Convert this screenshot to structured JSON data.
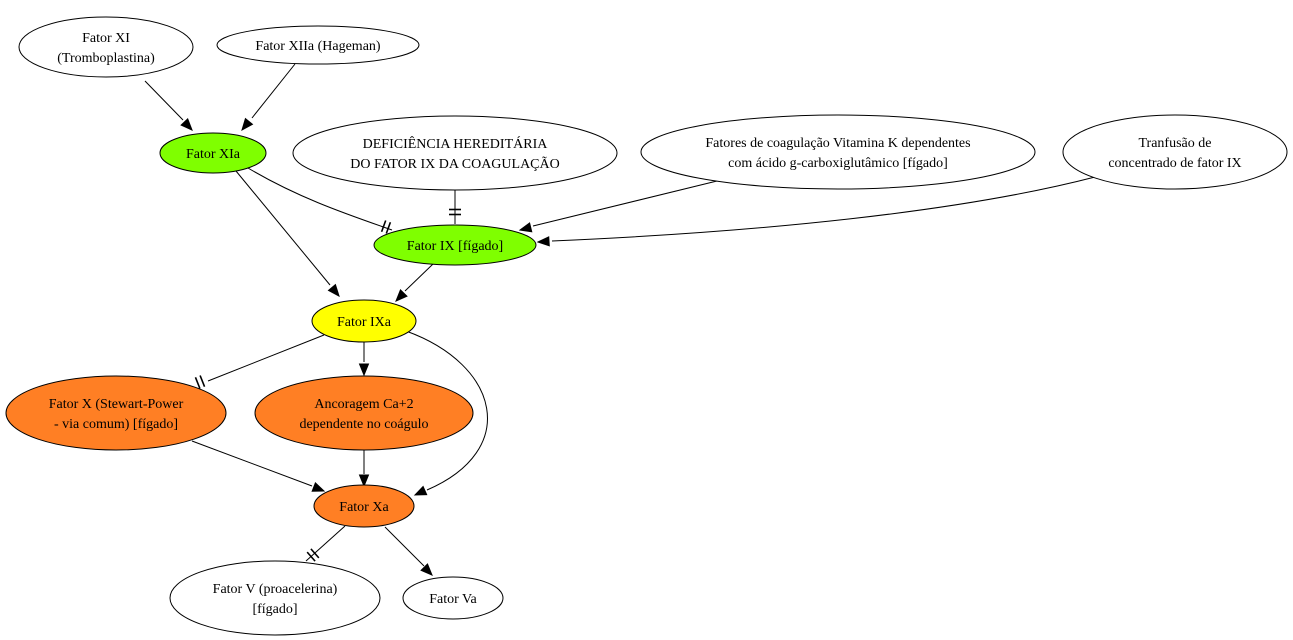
{
  "colors": {
    "white": "#ffffff",
    "green": "#7fff00",
    "yellow": "#ffff00",
    "orange": "#ff7f24"
  },
  "nodes": {
    "fator_xi": {
      "lines": [
        "Fator XI",
        "(Tromboplastina)"
      ],
      "fill": "white"
    },
    "fator_xiia": {
      "lines": [
        "Fator XIIa (Hageman)"
      ],
      "fill": "white"
    },
    "fator_xia": {
      "lines": [
        "Fator XIa"
      ],
      "fill": "green"
    },
    "deficiencia": {
      "lines": [
        "DEFICIÊNCIA HEREDITÁRIA",
        "DO FATOR IX DA COAGULAÇÃO"
      ],
      "fill": "white"
    },
    "fatores_vit_k": {
      "lines": [
        "Fatores de coagulação Vitamina K dependentes",
        "com ácido g-carboxiglutâmico [fígado]"
      ],
      "fill": "white"
    },
    "tranfusao": {
      "lines": [
        "Tranfusão de",
        "concentrado de fator IX"
      ],
      "fill": "white"
    },
    "fator_ix": {
      "lines": [
        "Fator IX [fígado]"
      ],
      "fill": "green"
    },
    "fator_ixa": {
      "lines": [
        "Fator IXa"
      ],
      "fill": "yellow"
    },
    "fator_x": {
      "lines": [
        "Fator X (Stewart-Power",
        "- via comum) [fígado]"
      ],
      "fill": "orange"
    },
    "ancoragem": {
      "lines": [
        "Ancoragem Ca+2",
        "dependente no coágulo"
      ],
      "fill": "orange"
    },
    "fator_xa": {
      "lines": [
        "Fator Xa"
      ],
      "fill": "orange"
    },
    "fator_v": {
      "lines": [
        "Fator V (proacelerina)",
        "[fígado]"
      ],
      "fill": "white"
    },
    "fator_va": {
      "lines": [
        "Fator Va"
      ],
      "fill": "white"
    }
  },
  "edges": [
    {
      "from": "fator_xi",
      "to": "fator_xia",
      "type": "arrow"
    },
    {
      "from": "fator_xiia",
      "to": "fator_xia",
      "type": "arrow"
    },
    {
      "from": "fator_xia",
      "to": "fator_ix",
      "type": "tee"
    },
    {
      "from": "fator_xia",
      "to": "fator_ixa",
      "type": "arrow"
    },
    {
      "from": "deficiencia",
      "to": "fator_ix",
      "type": "tee"
    },
    {
      "from": "fatores_vit_k",
      "to": "fator_ix",
      "type": "arrow"
    },
    {
      "from": "tranfusao",
      "to": "fator_ix",
      "type": "arrow"
    },
    {
      "from": "fator_ix",
      "to": "fator_ixa",
      "type": "arrow"
    },
    {
      "from": "fator_ixa",
      "to": "fator_x",
      "type": "tee"
    },
    {
      "from": "fator_ixa",
      "to": "ancoragem",
      "type": "arrow"
    },
    {
      "from": "fator_ixa",
      "to": "fator_xa",
      "type": "arrow"
    },
    {
      "from": "fator_x",
      "to": "fator_xa",
      "type": "arrow"
    },
    {
      "from": "ancoragem",
      "to": "fator_xa",
      "type": "arrow"
    },
    {
      "from": "fator_xa",
      "to": "fator_v",
      "type": "tee"
    },
    {
      "from": "fator_xa",
      "to": "fator_va",
      "type": "arrow"
    }
  ]
}
